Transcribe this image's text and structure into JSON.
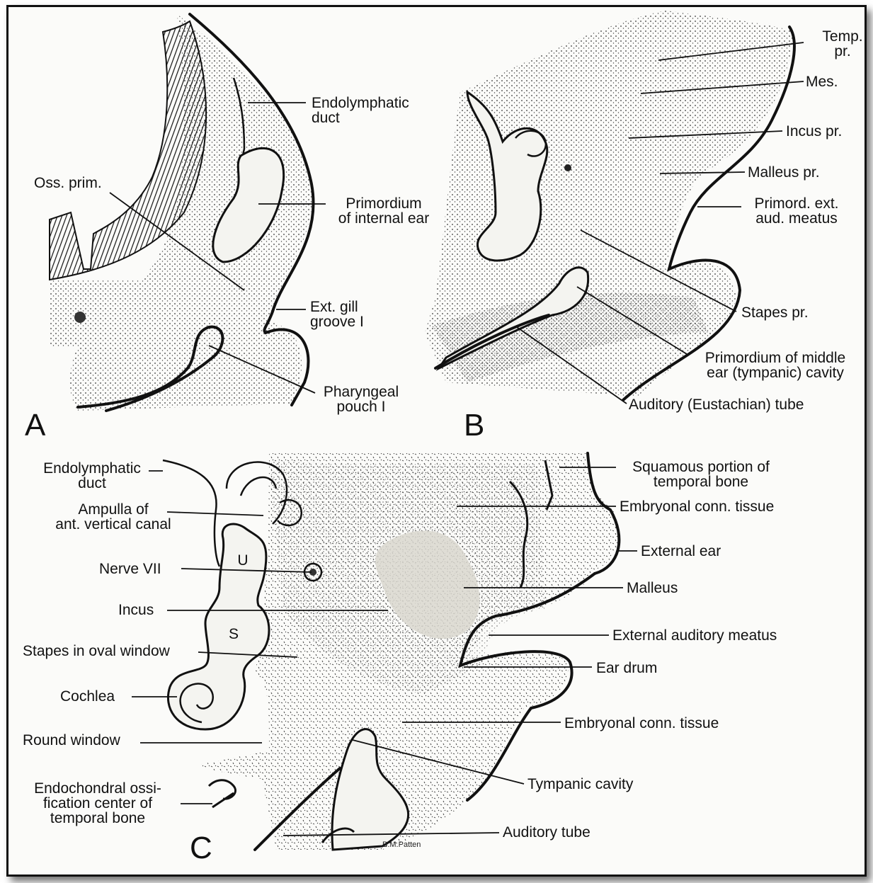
{
  "panels": {
    "A": {
      "letter": "A",
      "labels": {
        "endolymphatic_duct": [
          "Endolymphatic",
          "duct"
        ],
        "oss_prim": [
          "Oss. prim."
        ],
        "primordium_internal_ear": [
          "Primordium",
          "of internal ear"
        ],
        "ext_gill_groove": [
          "Ext. gill",
          "groove I"
        ],
        "pharyngeal_pouch": [
          "Pharyngeal",
          "pouch I"
        ]
      }
    },
    "B": {
      "letter": "B",
      "labels": {
        "temp_pr": [
          "Temp.",
          "pr."
        ],
        "mes": [
          "Mes."
        ],
        "incus_pr": [
          "Incus pr."
        ],
        "malleus_pr": [
          "Malleus pr."
        ],
        "primord_ext_aud_meatus": [
          "Primord. ext.",
          "aud. meatus"
        ],
        "stapes_pr": [
          "Stapes pr."
        ],
        "primordium_middle_ear": [
          "Primordium of middle",
          "ear (tympanic) cavity"
        ],
        "auditory_tube": [
          "Auditory (Eustachian) tube"
        ]
      }
    },
    "C": {
      "letter": "C",
      "labels": {
        "endolymphatic_duct": [
          "Endolymphatic",
          "duct"
        ],
        "ampulla": [
          "Ampulla of",
          "ant. vertical canal"
        ],
        "nerve_vii": [
          "Nerve VII"
        ],
        "incus": [
          "Incus"
        ],
        "stapes_oval_window": [
          "Stapes in oval window"
        ],
        "cochlea": [
          "Cochlea"
        ],
        "round_window": [
          "Round window"
        ],
        "endochondral": [
          "Endochondral ossi-",
          "fication center of",
          "temporal bone"
        ],
        "squamous": [
          "Squamous portion of",
          "temporal bone"
        ],
        "embryonal_conn_tissue_top": [
          "Embryonal conn. tissue"
        ],
        "external_ear": [
          "External ear"
        ],
        "malleus": [
          "Malleus"
        ],
        "external_auditory_meatus": [
          "External auditory meatus"
        ],
        "ear_drum": [
          "Ear drum"
        ],
        "embryonal_conn_tissue_bottom": [
          "Embryonal conn. tissue"
        ],
        "tympanic_cavity": [
          "Tympanic cavity"
        ],
        "auditory_tube": [
          "Auditory tube"
        ],
        "u": [
          "U"
        ],
        "s": [
          "S"
        ]
      },
      "signature": "B.M.Patten"
    }
  }
}
